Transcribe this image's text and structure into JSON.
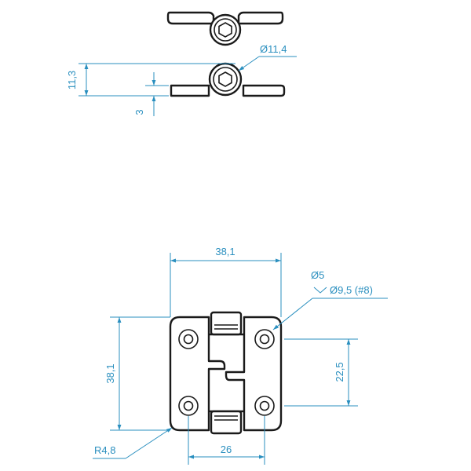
{
  "top_view": {
    "diameter_label": "Ø11,4",
    "height_label": "11,3",
    "thickness_label": "3"
  },
  "front_view": {
    "width_label": "38,1",
    "height_label": "38,1",
    "hole_label": "Ø5",
    "countersink_label": "Ø9,5 (#8)",
    "hole_vertical_spacing_label": "22,5",
    "hole_horizontal_spacing_label": "26",
    "corner_radius_label": "R4,8"
  }
}
